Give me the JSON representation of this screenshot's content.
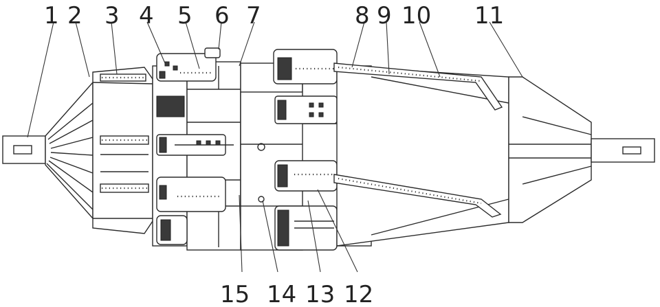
{
  "diagram": {
    "callouts_top": [
      "1",
      "2",
      "3",
      "4",
      "5",
      "6",
      "7",
      "8",
      "9",
      "10",
      "11"
    ],
    "callouts_bottom": [
      "15",
      "14",
      "13",
      "12"
    ],
    "line_color": "#2a2a2a",
    "background": "#ffffff"
  }
}
